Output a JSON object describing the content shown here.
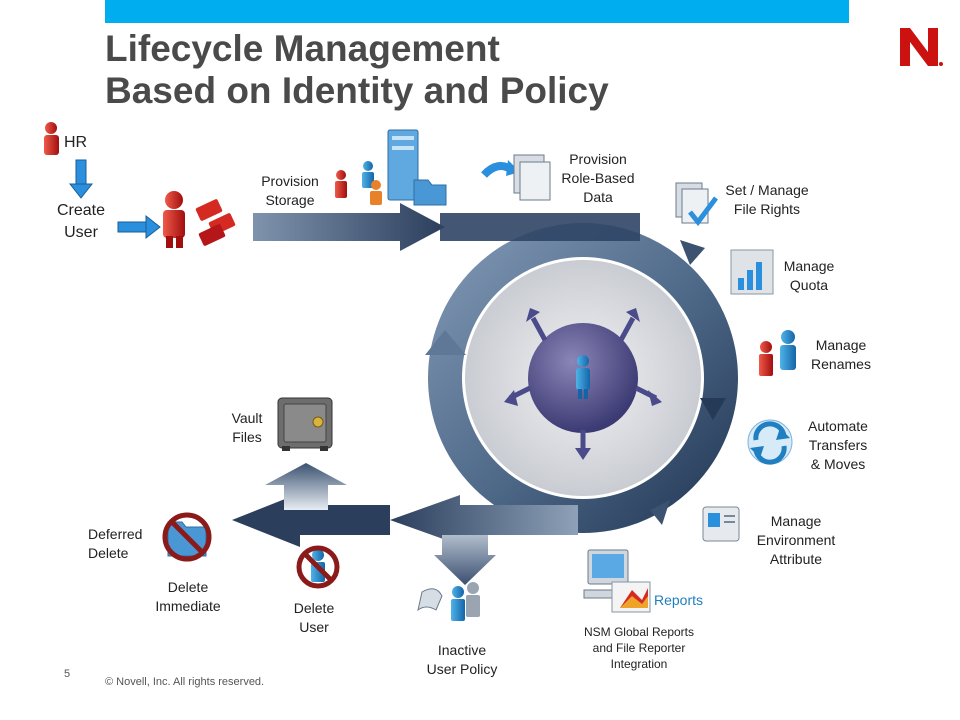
{
  "slide": {
    "title_line1": "Lifecycle Management",
    "title_line2": "Based on Identity and Policy",
    "page_number": "5",
    "copyright": "© Novell, Inc.  All rights reserved.",
    "logo_letter": "N",
    "accent_color": "#00aeef"
  },
  "labels": {
    "hr": "HR",
    "create_user": [
      "Create",
      "User"
    ],
    "provision_storage": [
      "Provision",
      "Storage"
    ],
    "provision_role": [
      "Provision",
      "Role-Based",
      "Data"
    ],
    "file_rights": [
      "Set / Manage",
      "File Rights"
    ],
    "manage_quota": [
      "Manage",
      "Quota"
    ],
    "manage_renames": [
      "Manage",
      "Renames"
    ],
    "automate": [
      "Automate",
      "Transfers",
      "& Moves"
    ],
    "environment": [
      "Manage",
      "Environment",
      "Attribute"
    ],
    "reports": "Reports",
    "nsm": [
      "NSM Global Reports",
      "and File Reporter",
      "Integration"
    ],
    "inactive": [
      "Inactive",
      "User Policy"
    ],
    "delete_user": [
      "Delete",
      "User"
    ],
    "delete_immediate": [
      "Delete",
      "Immediate"
    ],
    "deferred_delete": [
      "Deferred",
      "Delete"
    ],
    "vault_files": [
      "Vault",
      "Files"
    ]
  }
}
